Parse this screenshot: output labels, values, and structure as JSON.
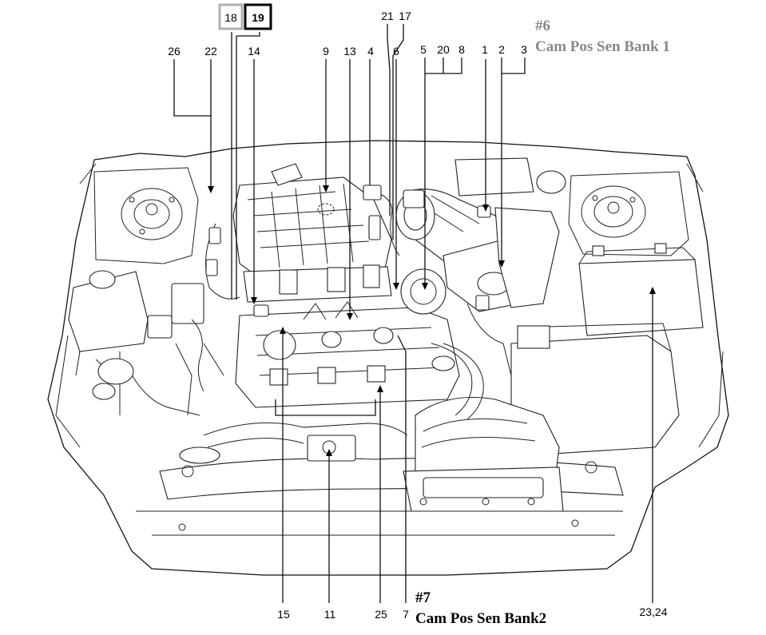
{
  "callouts": {
    "c18": "18",
    "c19": "19",
    "c21": "21",
    "c17": "17",
    "c26": "26",
    "c22": "22",
    "c14": "14",
    "c9": "9",
    "c13": "13",
    "c4": "4",
    "c6": "6",
    "c5": "5",
    "c20": "20",
    "c8": "8",
    "c1": "1",
    "c2": "2",
    "c3": "3",
    "c15": "15",
    "c11": "11",
    "c25": "25",
    "c7": "7",
    "c2324": "23,24"
  },
  "notes": {
    "bank1_num": "#6",
    "bank1_label": "Cam Pos Sen Bank 1",
    "bank2_num": "#7",
    "bank2_label": "Cam Pos Sen Bank2"
  },
  "colors": {
    "box18": "#b0b0b0",
    "box19": "#000000",
    "gray_text": "#888888"
  }
}
